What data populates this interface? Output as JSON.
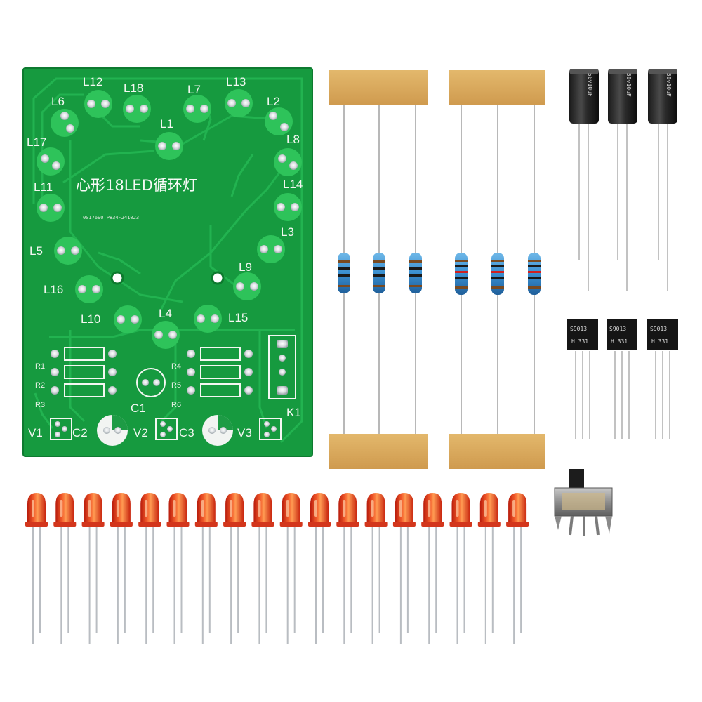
{
  "board": {
    "title": "心形18LED循环灯",
    "serial": "0017690_P834-241023",
    "led_labels": [
      "L12",
      "L18",
      "L7",
      "L13",
      "L6",
      "L2",
      "L1",
      "L17",
      "L8",
      "L11",
      "L14",
      "L3",
      "L5",
      "L9",
      "L16",
      "L10",
      "L4",
      "L15"
    ],
    "resistor_labels": [
      "R1",
      "R2",
      "R3",
      "R4",
      "R5",
      "R6"
    ],
    "cap_labels": [
      "C1",
      "C2",
      "C3"
    ],
    "transistor_labels": [
      "V1",
      "V2",
      "V3"
    ],
    "switch_label": "K1"
  },
  "components": {
    "capacitor_print": "50v10uF",
    "transistor_marking_1": "S9013",
    "transistor_marking_2": "H 331"
  },
  "colors": {
    "pcb": "#169a3f",
    "pcb_trace": "#1fae4a",
    "led_red": "#e8321c",
    "tape": "#d9a85c"
  }
}
